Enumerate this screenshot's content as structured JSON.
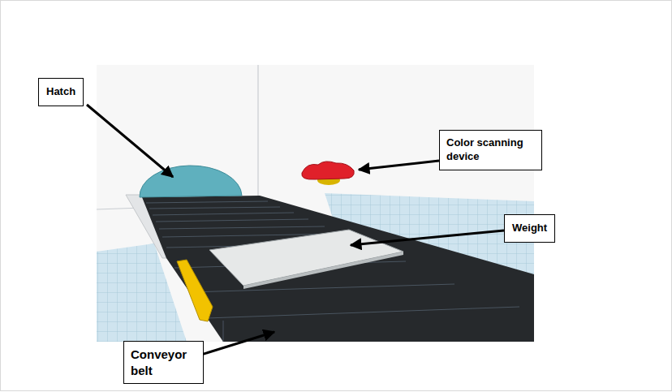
{
  "diagram": {
    "nodes": [
      {
        "text": [
          "Hatch"
        ]
      },
      {
        "text": [
          "Color scanning device"
        ]
      },
      {
        "text": [
          "Weight"
        ]
      },
      {
        "text": [
          "Conveyor belt"
        ]
      }
    ]
  }
}
